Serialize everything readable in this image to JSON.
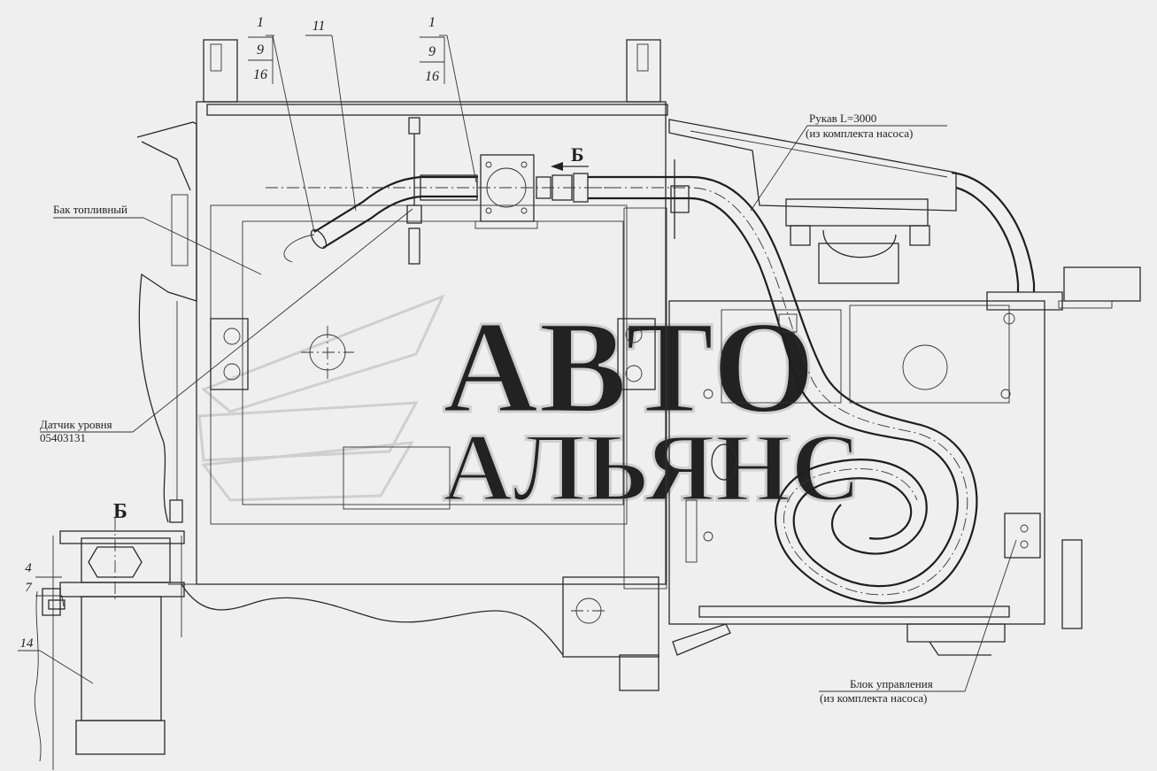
{
  "callouts": {
    "left_stack": {
      "a": "1",
      "b": "9",
      "c": "16"
    },
    "mid_stack": {
      "a": "1",
      "b": "9",
      "c": "16"
    },
    "item_11": "11",
    "item_4": "4",
    "item_7": "7",
    "item_14": "14"
  },
  "labels": {
    "fuel_tank": "Бак топливный",
    "level_sensor_line1": "Датчик уровня",
    "level_sensor_line2": "05403131",
    "hose_line1": "Рукав L=3000",
    "hose_line2": "(из комплекта насоса)",
    "control_unit_line1": "Блок управления",
    "control_unit_line2": "(из комплекта насоса)",
    "view_b_arrow": "Б",
    "view_b_title": "Б"
  },
  "watermark": {
    "line1": "АВТО",
    "line2": "АЛЬЯНС"
  }
}
